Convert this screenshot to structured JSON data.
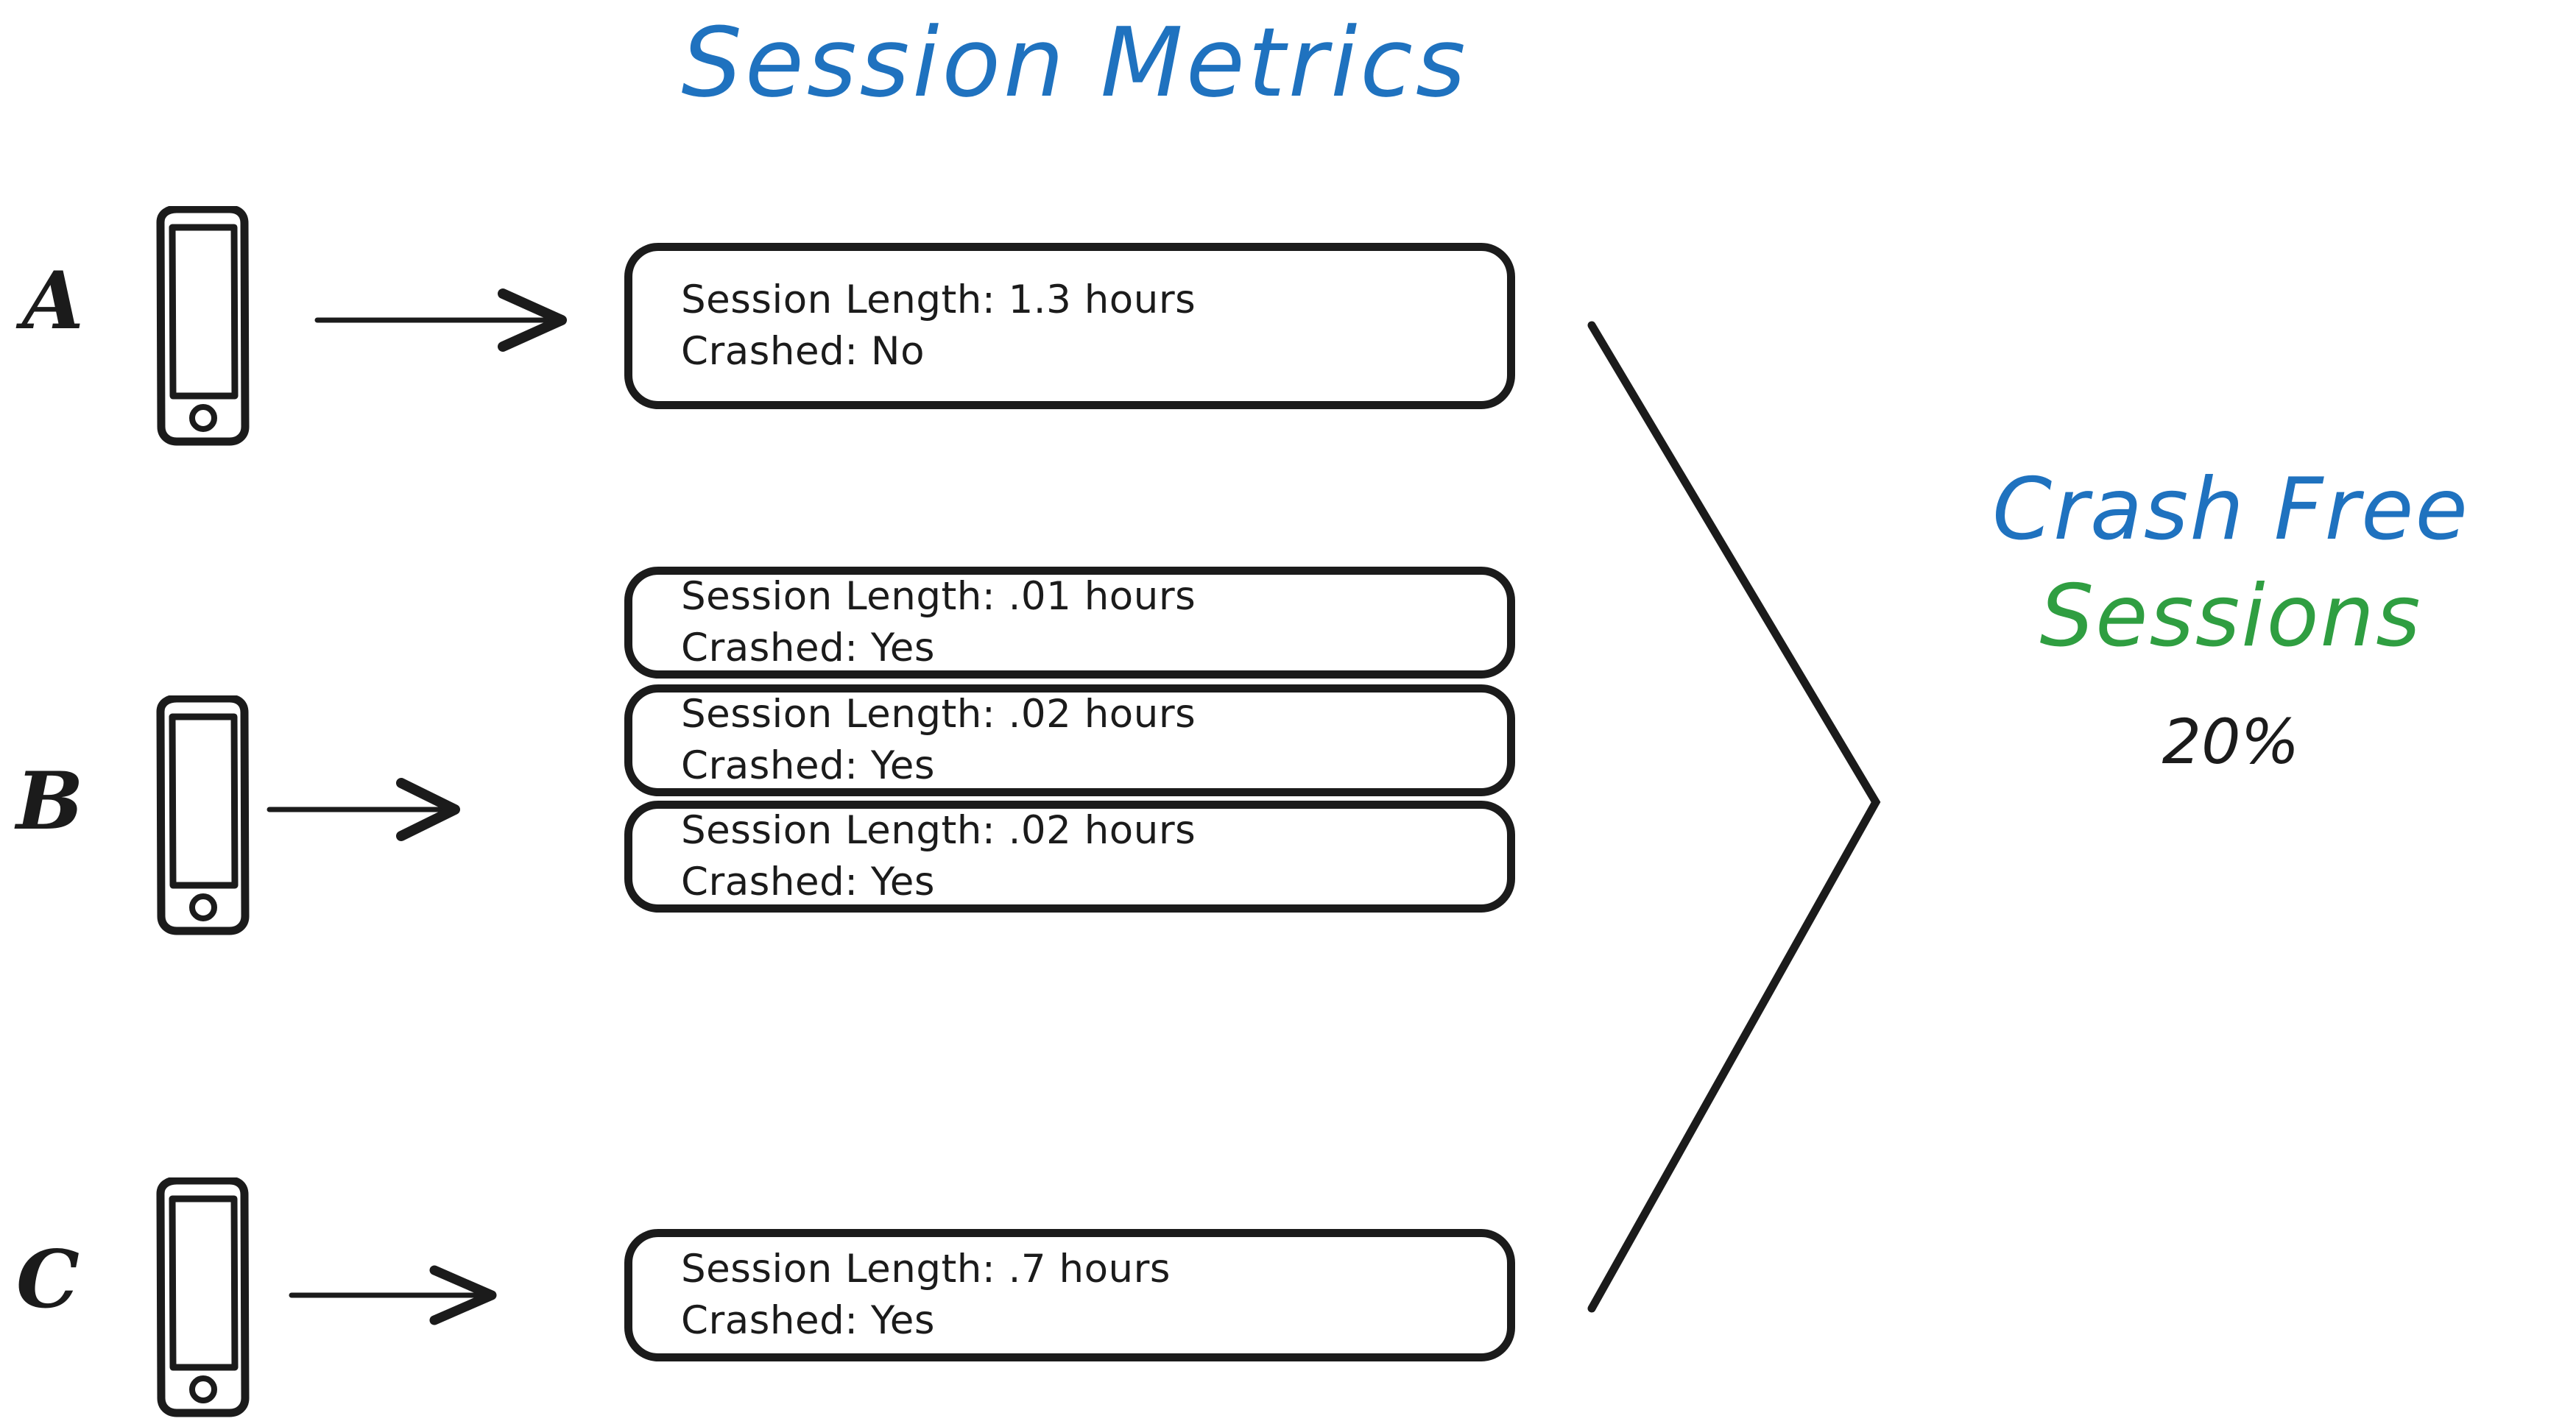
{
  "diagram": {
    "title": "Session Metrics",
    "title_color": "#1f72bf",
    "background": "#ffffff",
    "ink_color": "#1b1b1b"
  },
  "devices": [
    {
      "label": "A",
      "icon": "phone-icon",
      "arrow": "arrow-right-icon",
      "sessions": [
        {
          "length_line": "Session Length: 1.3 hours",
          "crashed_line": "Crashed: No",
          "length_value": "1.3",
          "length_unit": "hours",
          "crashed": "No"
        }
      ]
    },
    {
      "label": "B",
      "icon": "phone-icon",
      "arrow": "arrow-right-icon",
      "sessions": [
        {
          "length_line": "Session Length: .01 hours",
          "crashed_line": "Crashed: Yes",
          "length_value": ".01",
          "length_unit": "hours",
          "crashed": "Yes"
        },
        {
          "length_line": "Session Length: .02 hours",
          "crashed_line": "Crashed: Yes",
          "length_value": ".02",
          "length_unit": "hours",
          "crashed": "Yes"
        },
        {
          "length_line": "Session Length: .02 hours",
          "crashed_line": "Crashed: Yes",
          "length_value": ".02",
          "length_unit": "hours",
          "crashed": "Yes"
        }
      ]
    },
    {
      "label": "C",
      "icon": "phone-icon",
      "arrow": "arrow-right-icon",
      "sessions": [
        {
          "length_line": "Session Length: .7 hours",
          "crashed_line": "Crashed: Yes",
          "length_value": ".7",
          "length_unit": "hours",
          "crashed": "Yes"
        }
      ]
    }
  ],
  "summary": {
    "line1": "Crash Free",
    "line1_color": "#1f72bf",
    "line2": "Sessions",
    "line2_color": "#2f9e41",
    "value": "20%",
    "value_color": "#1b1b1b",
    "bracket": "brace-right-icon"
  }
}
